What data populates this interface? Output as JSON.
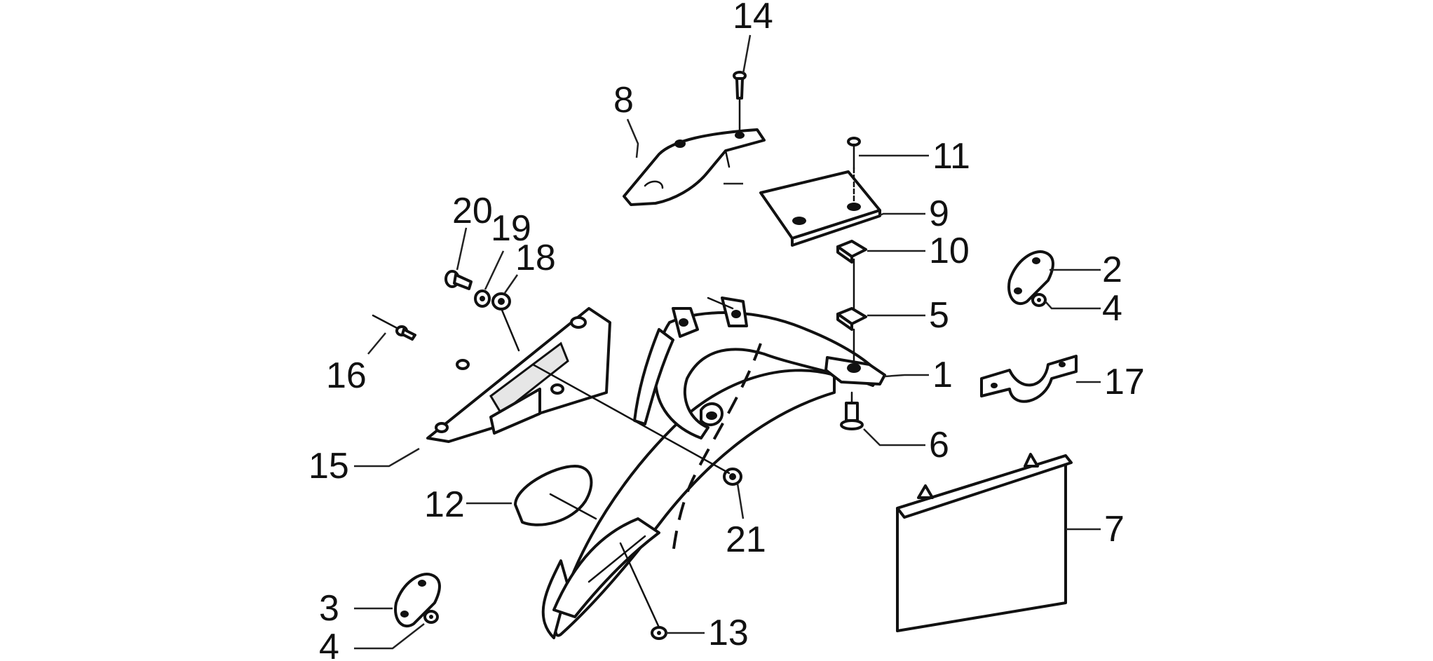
{
  "callouts": {
    "c1": "1",
    "c2": "2",
    "c3": "3",
    "c4a": "4",
    "c4b": "4",
    "c5": "5",
    "c6": "6",
    "c7": "7",
    "c8": "8",
    "c9": "9",
    "c10": "10",
    "c11": "11",
    "c12": "12",
    "c13": "13",
    "c14": "14",
    "c15": "15",
    "c16": "16",
    "c17": "17",
    "c18": "18",
    "c19": "19",
    "c20": "20",
    "c21": "21"
  },
  "colors": {
    "ink": "#111111",
    "background": "#ffffff"
  }
}
